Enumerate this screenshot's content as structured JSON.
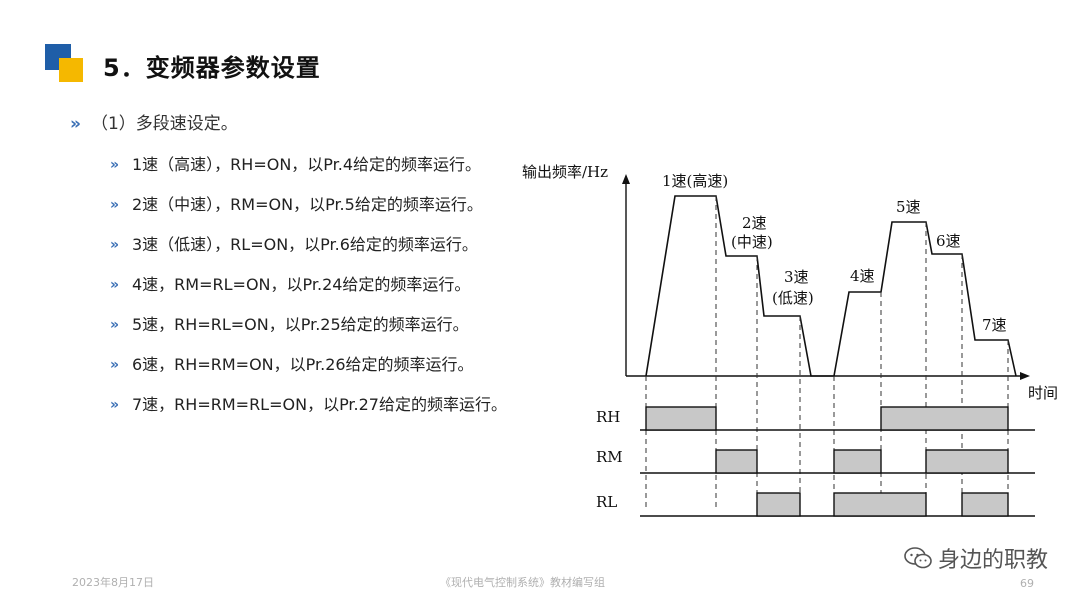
{
  "header": {
    "title": "5．变频器参数设置"
  },
  "section": {
    "subtitle": "（1）多段速设定。"
  },
  "items": [
    {
      "text": "1速（高速），RH=ON，以Pr.4给定的频率运行。"
    },
    {
      "text": "2速（中速），RM=ON，以Pr.5给定的频率运行。"
    },
    {
      "text": "3速（低速），RL=ON，以Pr.6给定的频率运行。"
    },
    {
      "text": "4速，RM=RL=ON，以Pr.24给定的频率运行。"
    },
    {
      "text": "5速，RH=RL=ON，以Pr.25给定的频率运行。"
    },
    {
      "text": "6速，RH=RM=ON，以Pr.26给定的频率运行。"
    },
    {
      "text": "7速，RH=RM=RL=ON，以Pr.27给定的频率运行。"
    }
  ],
  "diagram": {
    "ylabel": "输出频率/Hz",
    "xlabel": "时间",
    "speed_labels": [
      {
        "line1": "1速(高速)",
        "line2": ""
      },
      {
        "line1": "2速",
        "line2": "(中速)"
      },
      {
        "line1": "3速",
        "line2": "(低速)"
      },
      {
        "line1": "4速",
        "line2": ""
      },
      {
        "line1": "5速",
        "line2": ""
      },
      {
        "line1": "6速",
        "line2": ""
      },
      {
        "line1": "7速",
        "line2": ""
      }
    ],
    "signals": [
      "RH",
      "RM",
      "RL"
    ]
  },
  "footer": {
    "date": "2023年8月17日",
    "center": "《现代电气控制系统》教材编写组",
    "page": "69"
  },
  "watermark": {
    "text": "身边的职教"
  }
}
